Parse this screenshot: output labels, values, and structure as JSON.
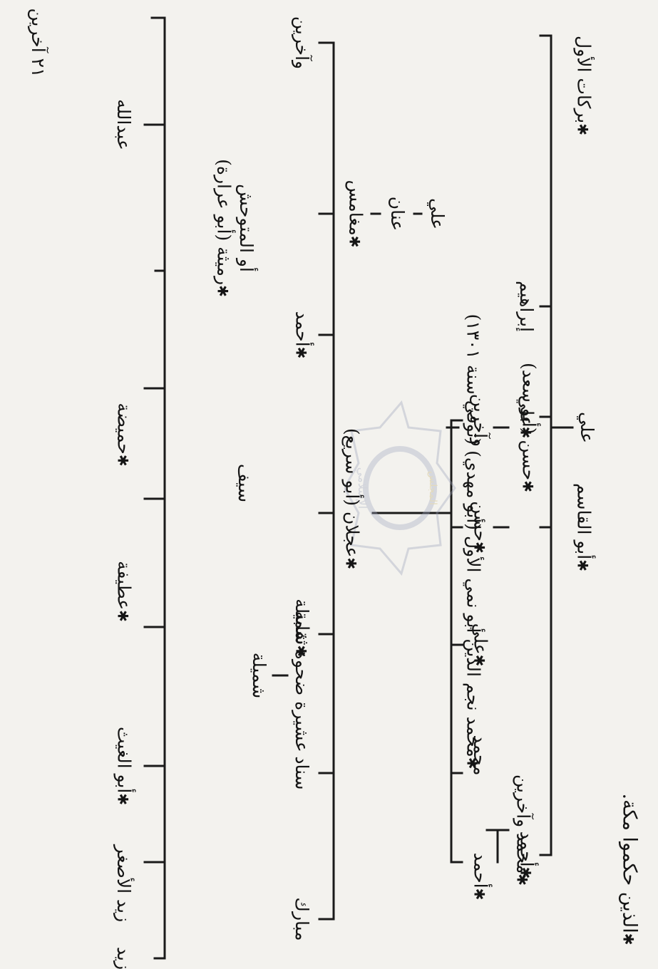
{
  "tree": {
    "root": "علي",
    "gen1": "حسن (أبو سعد)",
    "gen2": "محمد نجم الدين أبو نمي الأول (أبو مهدي) (توفي سنة ١٣٠١)",
    "sons_of_abu_numayy": {
      "zayd": "زيد",
      "zayd_asghar": "زيد الأصغر",
      "abu_ghayth": "أبو الغيث",
      "shumayla": "شميلة",
      "atifa": "عطيفة",
      "sayf": "سيف",
      "humayda": "حميضة",
      "rumaytha": "رميثة (أبو عرارة)",
      "rumaytha_alt": "أو المتوحش",
      "abdallah": "عبدالله",
      "others_21": "٢١ آخرين"
    },
    "clan": "عشيرة ضحوة شميلة",
    "sons_of_rumaytha": {
      "mubarak": "مبارك",
      "sanad": "سناد",
      "thaqaba": "ثقابة",
      "ajlan": "عجلان (أبو سريع)",
      "ahmad": "أحمد",
      "mughamis": "مغامس",
      "others": "وآخرين"
    },
    "descendants_of_mughamis": {
      "inan": "عنان",
      "ali": "علي"
    },
    "sons_of_ajlan": {
      "ahmad": "أحمد",
      "muhammad": "محمد",
      "ali": "علي",
      "hasan": "حسن",
      "others": "وآخرين",
      "muhammad_and_others": "محمد وآخرين"
    },
    "sons_of_hasan": {
      "ahmad": "أحمد",
      "abu_qasim": "أبو القاسم",
      "ali": "علي",
      "ibrahim": "إبراهيم",
      "barakat": "بركات الأول"
    },
    "footnote": "الذين حكموا مكة."
  },
  "watermark": {
    "title": "المجلس",
    "word": "الإسلامي"
  }
}
